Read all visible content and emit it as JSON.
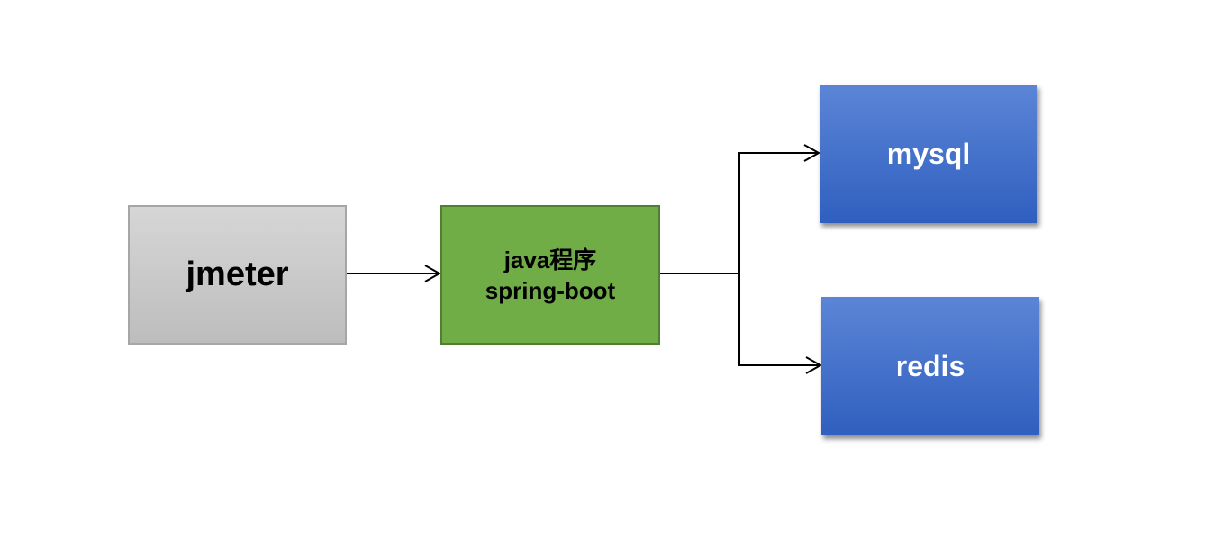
{
  "diagram": {
    "nodes": {
      "jmeter": {
        "label": "jmeter",
        "color": "#c8c8c8"
      },
      "springboot": {
        "line1": "java程序",
        "line2": "spring-boot",
        "color": "#70ad47"
      },
      "mysql": {
        "label": "mysql",
        "color": "#4a74cf"
      },
      "redis": {
        "label": "redis",
        "color": "#4a74cf"
      }
    },
    "edges": [
      {
        "from": "jmeter",
        "to": "springboot"
      },
      {
        "from": "springboot",
        "to": "mysql"
      },
      {
        "from": "springboot",
        "to": "redis"
      }
    ]
  }
}
